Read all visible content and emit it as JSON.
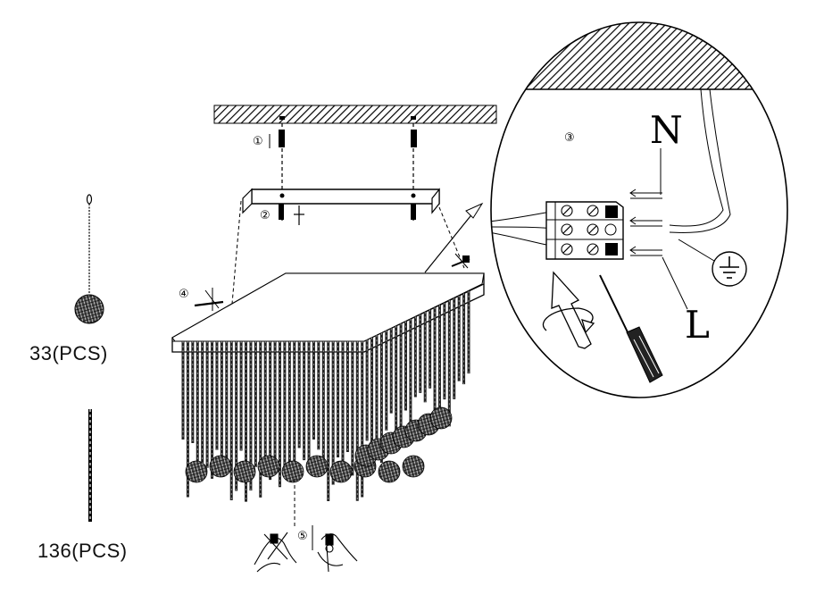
{
  "parts": [
    {
      "name": "crystal-ball-pendant",
      "quantity": "33(PCS)"
    },
    {
      "name": "crystal-strand",
      "quantity": "136(PCS)"
    }
  ],
  "steps": [
    "①",
    "②",
    "③",
    "④",
    "⑤"
  ],
  "wiring": {
    "neutral": "N",
    "live": "L",
    "ground_icon": "ground-symbol-icon"
  }
}
